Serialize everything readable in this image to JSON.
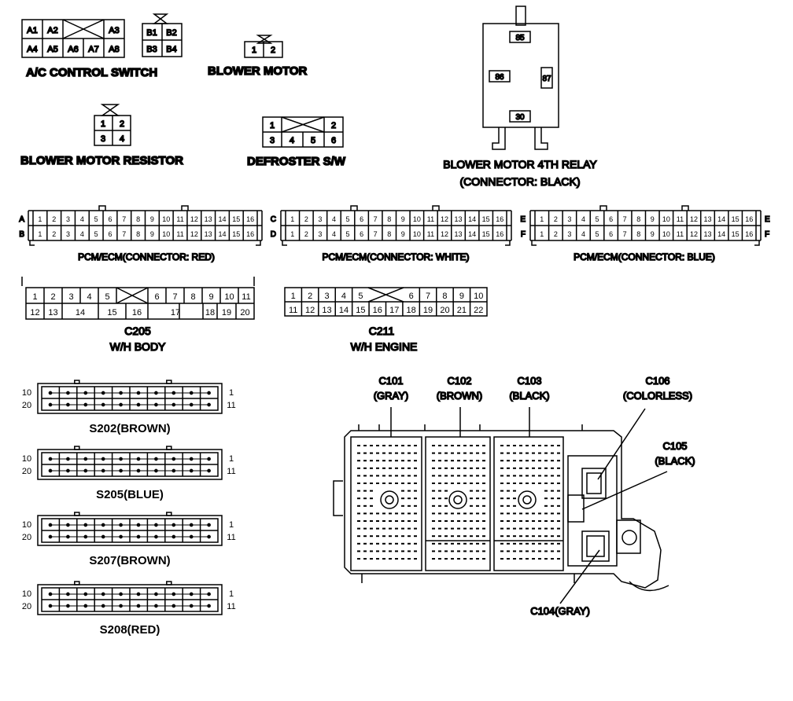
{
  "connectors": {
    "ac_switch": {
      "title": "A/C CONTROL SWITCH",
      "row1": [
        "A1",
        "A2",
        "A3"
      ],
      "row2": [
        "A4",
        "A5",
        "A6",
        "A7",
        "A8"
      ]
    },
    "blower_motor_small": {
      "pins": [
        "B1",
        "B2",
        "B3",
        "B4"
      ]
    },
    "blower_motor": {
      "title": "BLOWER MOTOR",
      "pins": [
        "1",
        "2"
      ]
    },
    "blower_motor_resistor": {
      "title": "BLOWER MOTOR RESISTOR",
      "pins": [
        "1",
        "2",
        "3",
        "4"
      ]
    },
    "defroster_sw": {
      "title": "DEFROSTER S/W",
      "pins": [
        "1",
        "2",
        "3",
        "4",
        "5",
        "6"
      ]
    },
    "relay": {
      "title": "BLOWER MOTOR 4TH RELAY",
      "subtitle": "(CONNECTOR: BLACK)",
      "pins": [
        "85",
        "86",
        "87",
        "30"
      ]
    },
    "pcm_red": {
      "title": "PCM/ECM(CONNECTOR: RED)",
      "rows": [
        "A",
        "B"
      ],
      "pins": [
        "1",
        "2",
        "3",
        "4",
        "5",
        "6",
        "7",
        "8",
        "9",
        "10",
        "11",
        "12",
        "13",
        "14",
        "15",
        "16"
      ]
    },
    "pcm_white": {
      "title": "PCM/ECM(CONNECTOR: WHITE)",
      "rows": [
        "C",
        "D"
      ],
      "pins": [
        "1",
        "2",
        "3",
        "4",
        "5",
        "6",
        "7",
        "8",
        "9",
        "10",
        "11",
        "12",
        "13",
        "14",
        "15",
        "16"
      ]
    },
    "pcm_blue": {
      "title": "PCM/ECM(CONNECTOR: BLUE)",
      "rows": [
        "E",
        "F"
      ],
      "pins": [
        "1",
        "2",
        "3",
        "4",
        "5",
        "6",
        "7",
        "8",
        "9",
        "10",
        "11",
        "12",
        "13",
        "14",
        "15",
        "16"
      ]
    },
    "c205": {
      "name": "C205",
      "title": "W/H BODY",
      "row1": [
        "1",
        "2",
        "3",
        "4",
        "5",
        "6",
        "7",
        "8",
        "9",
        "10",
        "11"
      ],
      "row2": [
        "12",
        "13",
        "14",
        "15",
        "16",
        "17",
        "18",
        "19",
        "20"
      ]
    },
    "c211": {
      "name": "C211",
      "title": "W/H ENGINE",
      "row1": [
        "1",
        "2",
        "3",
        "4",
        "5",
        "6",
        "7",
        "8",
        "9",
        "10"
      ],
      "row2": [
        "11",
        "12",
        "13",
        "14",
        "15",
        "16",
        "17",
        "18",
        "19",
        "20",
        "21",
        "22"
      ]
    },
    "splices": [
      {
        "title": "S202(BROWN)",
        "left_top": "10",
        "left_bottom": "20",
        "right_top": "1",
        "right_bottom": "11"
      },
      {
        "title": "S205(BLUE)",
        "left_top": "10",
        "left_bottom": "20",
        "right_top": "1",
        "right_bottom": "11"
      },
      {
        "title": "S207(BROWN)",
        "left_top": "10",
        "left_bottom": "20",
        "right_top": "1",
        "right_bottom": "11"
      },
      {
        "title": "S208(RED)",
        "left_top": "10",
        "left_bottom": "20",
        "right_top": "1",
        "right_bottom": "11"
      }
    ],
    "junction_block": {
      "c101": [
        "C101",
        "(GRAY)"
      ],
      "c102": [
        "C102",
        "(BROWN)"
      ],
      "c103": [
        "C103",
        "(BLACK)"
      ],
      "c106": [
        "C106",
        "(COLORLESS)"
      ],
      "c105": [
        "C105",
        "(BLACK)"
      ],
      "c104": "C104(GRAY)"
    }
  }
}
